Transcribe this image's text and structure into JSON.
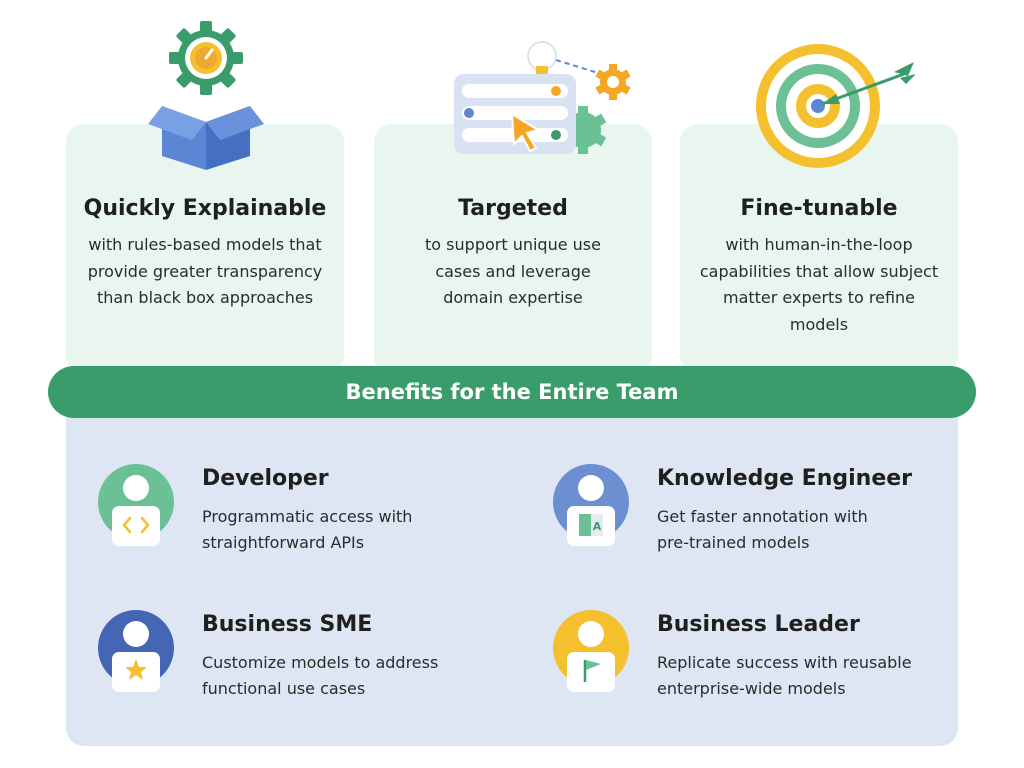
{
  "cards": [
    {
      "title": "Quickly Explainable",
      "desc": "with rules-based models that provide greater transparency than black box approaches"
    },
    {
      "title": "Targeted",
      "desc": "to support unique use cases and leverage domain expertise"
    },
    {
      "title": "Fine-tunable",
      "desc": "with human-in-the-loop capabilities that allow subject matter experts to refine models"
    }
  ],
  "banner": {
    "label": "Benefits for the Entire Team"
  },
  "roles": [
    {
      "title": "Developer",
      "desc": "Programmatic access with straightforward APIs",
      "color": "#6cc095",
      "badge": "code-icon"
    },
    {
      "title": "Knowledge Engineer",
      "desc": "Get faster annotation with pre-trained models",
      "color": "#6b8fd0",
      "badge": "translate-icon"
    },
    {
      "title": "Business SME",
      "desc": "Customize models to address functional use cases",
      "color": "#4566b4",
      "badge": "star-icon"
    },
    {
      "title": "Business Leader",
      "desc": "Replicate success with reusable enterprise-wide models",
      "color": "#f5c02e",
      "badge": "flag-icon"
    }
  ],
  "colors": {
    "green": "#3a9c6a",
    "card_bg": "#e9f6ef",
    "panel_bg": "#dde6f2",
    "blue": "#4f7fd1",
    "orange": "#f5a623"
  }
}
